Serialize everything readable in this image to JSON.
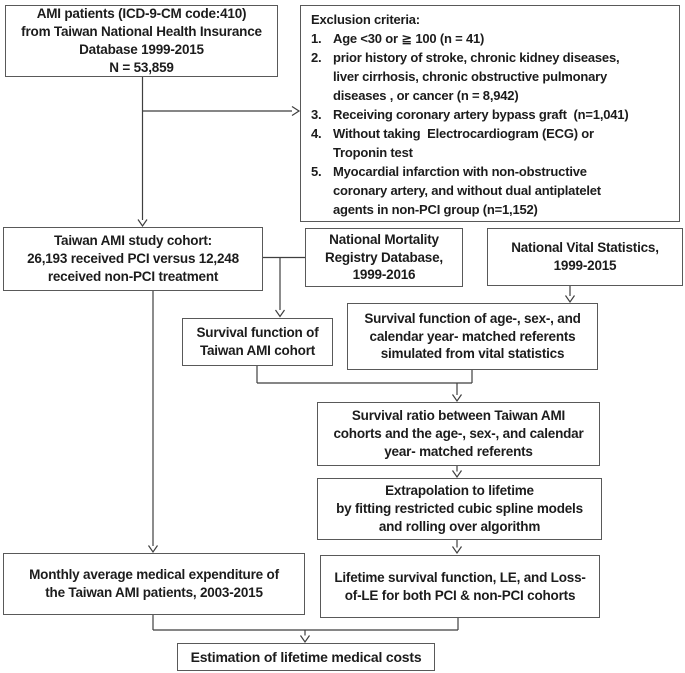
{
  "palette": {
    "background": "#ffffff",
    "box_border": "#595959",
    "connector_line": "#3f3f3f",
    "text": "#1c1c1c"
  },
  "boxes": {
    "ami_patients": "AMI patients (ICD-9-CM code:410)\nfrom Taiwan National Health Insurance\nDatabase 1999-2015\nN = 53,859",
    "study_cohort": "Taiwan AMI study cohort:\n26,193 received PCI versus 12,248\nreceived non-PCI treatment",
    "mortality_registry": "National Mortality\nRegistry Database,\n1999-2016",
    "vital_statistics": "National Vital Statistics,\n1999-2015",
    "survival_ami": "Survival function of\nTaiwan AMI cohort",
    "survival_referents": "Survival function of age-, sex-, and\ncalendar year- matched referents\nsimulated from vital statistics",
    "survival_ratio": "Survival ratio between Taiwan AMI\ncohorts and the age-, sex-, and calendar\nyear- matched referents",
    "extrapolation": "Extrapolation to lifetime\nby fitting restricted cubic spline models\nand rolling over algorithm",
    "expenditure": "Monthly average medical expenditure of\nthe Taiwan AMI patients, 2003-2015",
    "lifetime_outcomes": "Lifetime survival function, LE, and Loss-\nof-LE for both PCI & non-PCI cohorts",
    "estimation": "Estimation of lifetime medical costs"
  },
  "exclusion": {
    "title": "Exclusion criteria:",
    "items": [
      {
        "num": "1.",
        "text": "Age <30 or ≧ 100 (n = 41)"
      },
      {
        "num": "2.",
        "text": "prior history of stroke, chronic kidney diseases,\nliver cirrhosis, chronic obstructive pulmonary\ndiseases , or cancer (n = 8,942)"
      },
      {
        "num": "3.",
        "text": "Receiving coronary artery bypass graft  (n=1,041)"
      },
      {
        "num": "4.",
        "text": "Without taking  Electrocardiogram (ECG) or\nTroponin test"
      },
      {
        "num": "5.",
        "text": "Myocardial infarction with non-obstructive\ncoronary artery, and without dual antiplatelet\nagents in non-PCI group (n=1,152)"
      }
    ]
  }
}
